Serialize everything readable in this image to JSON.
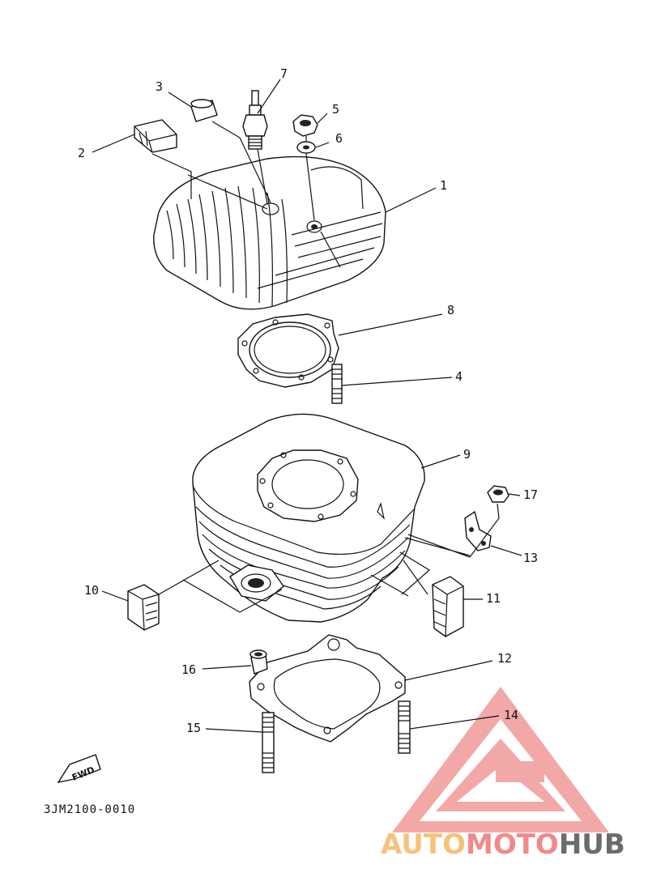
{
  "callouts": {
    "c1": "1",
    "c2": "2",
    "c3": "3",
    "c4": "4",
    "c5": "5",
    "c6": "6",
    "c7": "7",
    "c8": "8",
    "c9": "9",
    "c10": "10",
    "c11": "11",
    "c12": "12",
    "c13": "13",
    "c14": "14",
    "c15": "15",
    "c16": "16",
    "c17": "17"
  },
  "fwd_label": "FWD",
  "diagram_code": "3JM2100-0010",
  "watermark": {
    "part1": "AUTO",
    "part2": "MOTO",
    "part3": "HUB",
    "color_auto": "#f6c27a",
    "color_moto": "#f08a8a",
    "color_hub": "#6b6b6b",
    "logo_color": "#f29a9a"
  }
}
